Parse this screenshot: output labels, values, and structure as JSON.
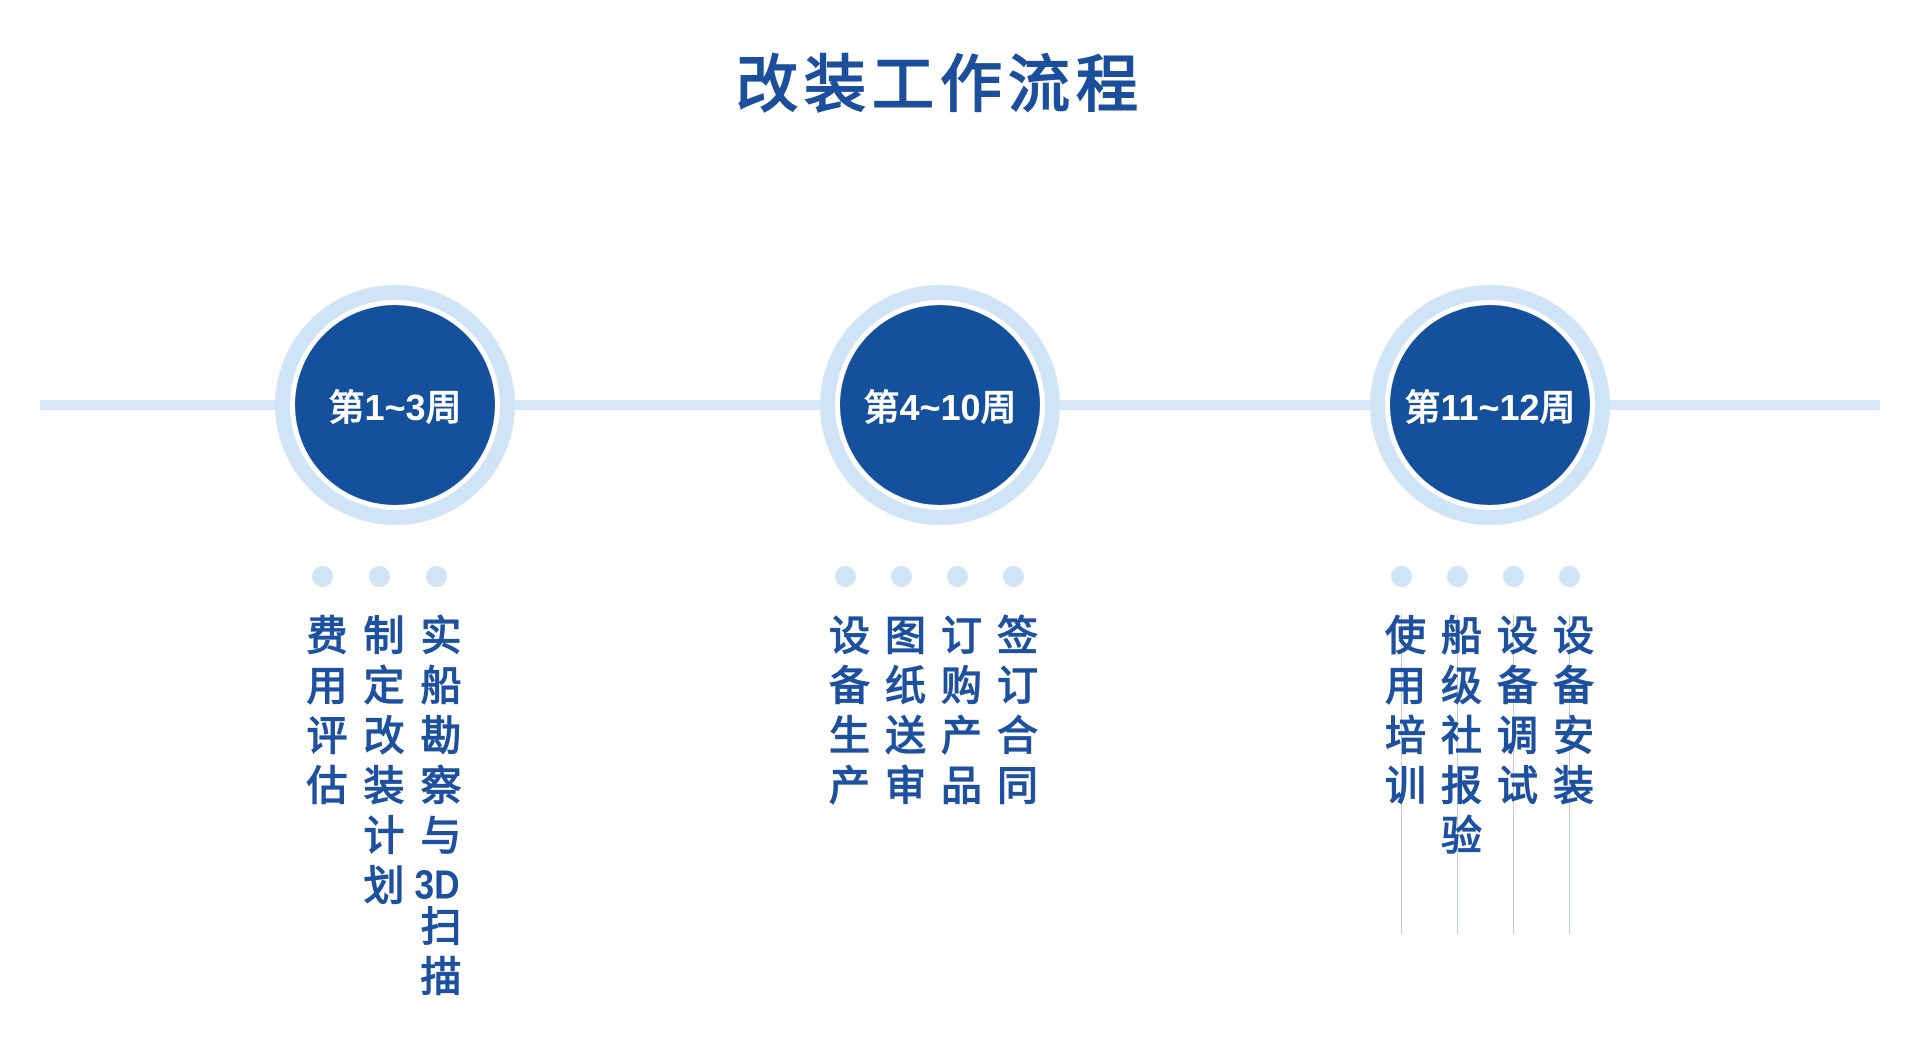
{
  "page": {
    "title": "改装工作流程"
  },
  "colors": {
    "title_blue": "#1b4f9b",
    "circle_fill": "#14509c",
    "circle_ring": "#cfe4f7",
    "timeline_line": "#d9e8f8",
    "task_text": "#1d509e",
    "dot": "#cfe4f7"
  },
  "timeline": {
    "stages": [
      {
        "label": "第1~3周",
        "tasks": [
          "实船勘察与3D扫描",
          "制定改装计划",
          "费用评估"
        ]
      },
      {
        "label": "第4~10周",
        "tasks": [
          "签订合同",
          "订购产品",
          "图纸送审",
          "设备生产"
        ]
      },
      {
        "label": "第11~12周",
        "tasks": [
          "设备安装",
          "设备调试",
          "船级社报验",
          "使用培训"
        ]
      }
    ]
  }
}
